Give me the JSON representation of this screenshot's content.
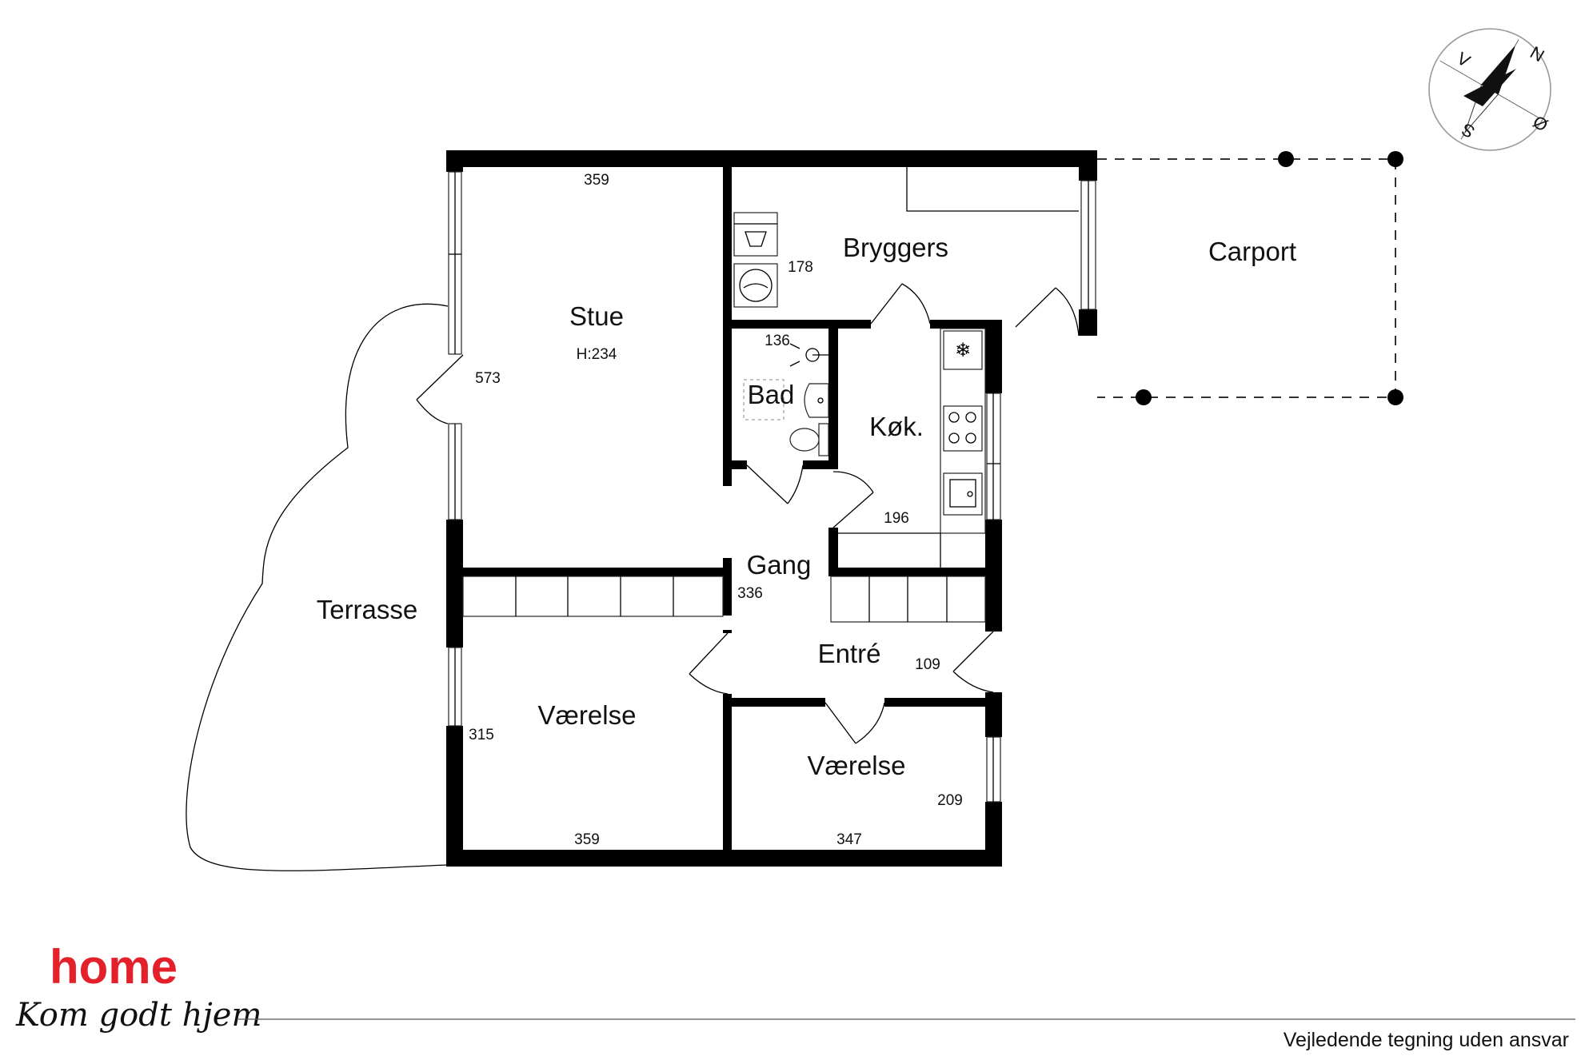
{
  "rooms": {
    "stue": "Stue",
    "stue_height": "H:234",
    "bryggers": "Bryggers",
    "carport": "Carport",
    "bad": "Bad",
    "kok": "Køk.",
    "gang": "Gang",
    "entre": "Entré",
    "terrasse": "Terrasse",
    "vaerelse_1": "Værelse",
    "vaerelse_2": "Værelse"
  },
  "dimensions": {
    "stue_width": "359",
    "stue_depth": "573",
    "bryggers": "178",
    "bad": "136",
    "kok": "196",
    "gang": "336",
    "entre": "109",
    "vaerelse_1_depth": "315",
    "vaerelse_1_width": "359",
    "vaerelse_2_width": "347",
    "vaerelse_2_depth": "209"
  },
  "compass": {
    "n": "N",
    "v": "V",
    "s": "S",
    "o": "Ø"
  },
  "branding": {
    "logo": "home",
    "slogan": "Kom godt hjem",
    "disclaimer": "Vejledende tegning uden ansvar"
  }
}
